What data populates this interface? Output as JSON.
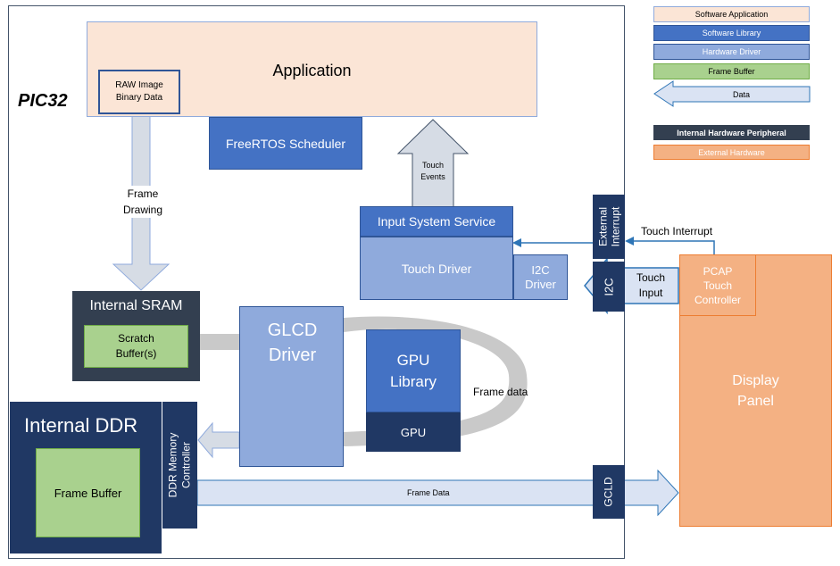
{
  "chip_label": "PIC32",
  "app": {
    "label": "Application",
    "raw_image": "RAW Image\nBinary Data"
  },
  "scheduler": {
    "label": "FreeRTOS Scheduler"
  },
  "touch_events": {
    "label": "Touch\nEvents"
  },
  "frame_drawing": {
    "label": "Frame\nDrawing"
  },
  "input_service": {
    "label": "Input System Service"
  },
  "touch_driver": {
    "label": "Touch Driver"
  },
  "i2c_driver": {
    "label": "I2C\nDriver"
  },
  "ext_interrupt": {
    "label": "External\nInterrupt"
  },
  "i2c_periph": {
    "label": "I2C"
  },
  "touch_interrupt": {
    "label": "Touch Interrupt"
  },
  "touch_input": {
    "label": "Touch\nInput"
  },
  "pcap": {
    "label": "PCAP\nTouch\nController"
  },
  "display_panel": {
    "label": "Display\nPanel"
  },
  "sram": {
    "label": "Internal SRAM",
    "scratch": "Scratch\nBuffer(s)"
  },
  "glcd": {
    "label": "GLCD\nDriver"
  },
  "gpu_library": {
    "label": "GPU\nLibrary"
  },
  "gpu": {
    "label": "GPU"
  },
  "frame_data_loop": {
    "label": "Frame data"
  },
  "ddr": {
    "label": "Internal DDR",
    "frame_buffer": "Frame Buffer"
  },
  "ddr_controller": {
    "label": "DDR Memory\nController"
  },
  "frame_data_bus": {
    "label": "Frame Data"
  },
  "gcld": {
    "label": "GCLD"
  },
  "legend": {
    "software_application": "Software Application",
    "software_library": "Software Library",
    "hardware_driver": "Hardware Driver",
    "frame_buffer": "Frame Buffer",
    "data": "Data",
    "internal_peripheral": "Internal Hardware Peripheral",
    "external_hardware": "External Hardware"
  },
  "colors": {
    "software_application": "#fbe5d6",
    "software_library": "#4472c4",
    "hardware_driver": "#8faadc",
    "frame_buffer": "#a9d18e",
    "data": "#dae3f3",
    "internal_peripheral": "#203864",
    "external_hardware": "#f4b183",
    "sram_box": "#333f50"
  }
}
